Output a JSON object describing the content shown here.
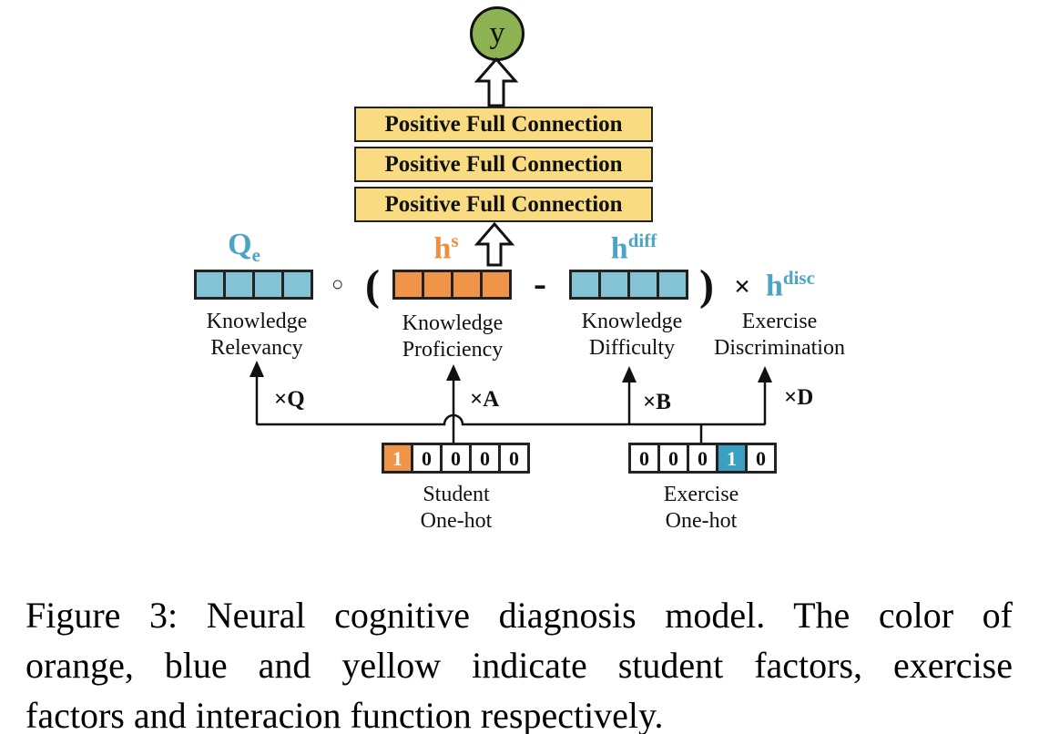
{
  "figure": {
    "output_node": {
      "label": "y"
    },
    "layers": [
      "Positive Full Connection",
      "Positive Full Connection",
      "Positive Full Connection"
    ],
    "symbols": {
      "qe": {
        "base": "Q",
        "sub": "e"
      },
      "hs": {
        "base": "h",
        "sup": "s"
      },
      "hdiff": {
        "base": "h",
        "sup": "diff"
      },
      "hdisc": {
        "base": "h",
        "sup": "disc"
      }
    },
    "operators": {
      "hadamard": "○",
      "open_paren": "(",
      "minus": "-",
      "close_paren": ")",
      "times": "×"
    },
    "vector_labels": {
      "relevancy": {
        "line1": "Knowledge",
        "line2": "Relevancy"
      },
      "proficiency": {
        "line1": "Knowledge",
        "line2": "Proficiency"
      },
      "difficulty": {
        "line1": "Knowledge",
        "line2": "Difficulty"
      },
      "discrimination": {
        "line1": "Exercise",
        "line2": "Discrimination"
      }
    },
    "edge_labels": {
      "q": "×Q",
      "a": "×A",
      "b": "×B",
      "d": "×D"
    },
    "onehots": {
      "student": {
        "cells": [
          "1",
          "0",
          "0",
          "0",
          "0"
        ],
        "active_index": 0,
        "label_line1": "Student",
        "label_line2": "One-hot"
      },
      "exercise": {
        "cells": [
          "0",
          "0",
          "0",
          "1",
          "0"
        ],
        "active_index": 3,
        "label_line1": "Exercise",
        "label_line2": "One-hot"
      }
    },
    "colors": {
      "student_factor_orange": "#f0944a",
      "exercise_factor_blue": "#84c3d5",
      "exercise_active_teal": "#3a9fc0",
      "interaction_yellow": "#f9dc81",
      "output_green": "#8cb254",
      "symbol_blue": "#4ba4c5",
      "symbol_orange": "#ee8f3d"
    }
  },
  "caption": {
    "lines": [
      "Figure 3: Neural cognitive diagnosis model. The color of",
      "orange, blue and yellow indicate student factors, exercise",
      "factors and interacion function respectively."
    ]
  }
}
